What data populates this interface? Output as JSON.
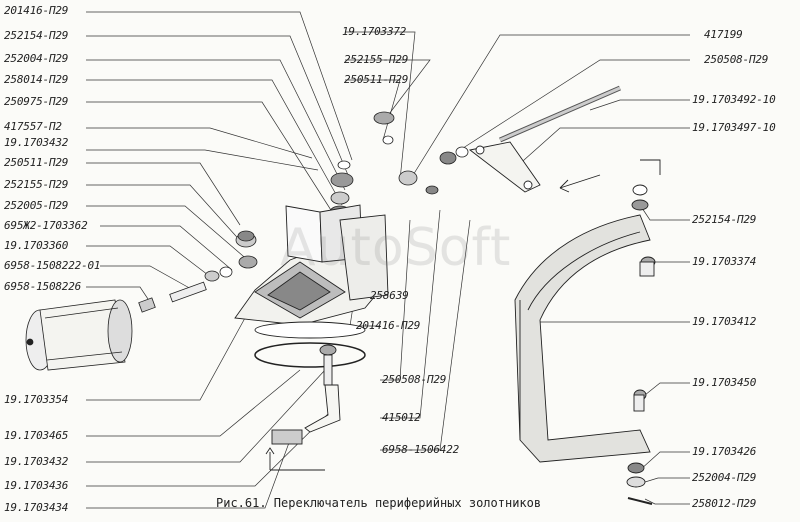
{
  "caption": "Рис.61. Переключатель периферийных золотников",
  "watermark": "AutoSoft",
  "labels_left": [
    "201416-П29",
    "252154-П29",
    "252004-П29",
    "258014-П29",
    "250975-П29",
    "417557-П2",
    "19.1703432",
    "250511-П29",
    "252155-П29",
    "252005-П29",
    "695Ж2-1703362",
    "19.1703360",
    "6958-1508222-01",
    "6958-1508226",
    "19.1703354",
    "19.1703465",
    "19.1703432",
    "19.1703436",
    "19.1703434"
  ],
  "labels_center": [
    "19.1703372",
    "252155-П29",
    "250511-П29",
    "258639",
    "201416-П29",
    "250508-П29",
    "415012",
    "6958-1506422"
  ],
  "labels_right": [
    "417199",
    "250508-П29",
    "19.1703492-10",
    "19.1703497-10",
    "252154-П29",
    "19.1703374",
    "19.1703412",
    "19.1703450",
    "19.1703426",
    "252004-П29",
    "258012-П29"
  ]
}
